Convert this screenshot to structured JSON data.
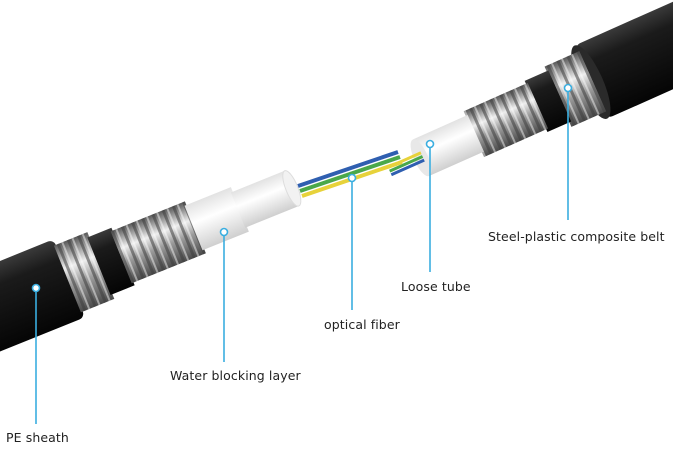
{
  "labels": {
    "pe_sheath": "PE sheath",
    "water_blocking_layer": "Water blocking layer",
    "optical_fiber": "optical fiber",
    "loose_tube": "Loose tube",
    "steel_plastic_belt": "Steel-plastic composite belt"
  },
  "colors": {
    "leader_line": "#3aaee0",
    "sheath": "#111111",
    "steel": "#a9a9a9",
    "tube": "#f4f4f4",
    "fiber_blue": "#2f5fb0",
    "fiber_green": "#4aa84a",
    "fiber_yellow": "#e7d23a"
  }
}
